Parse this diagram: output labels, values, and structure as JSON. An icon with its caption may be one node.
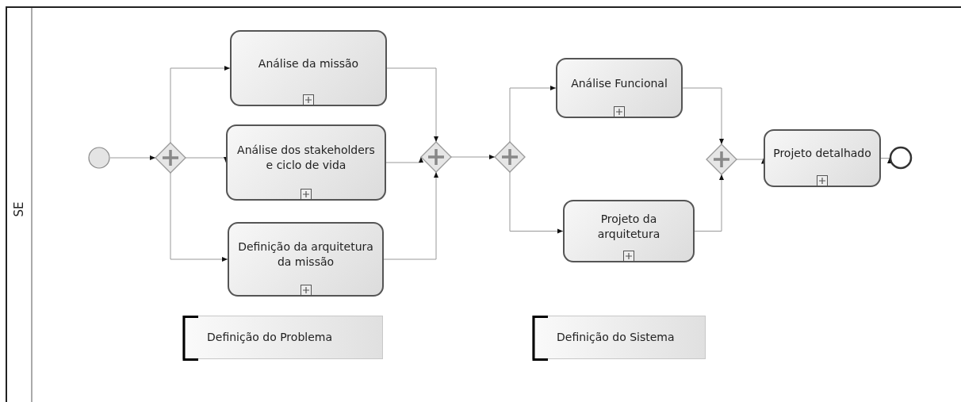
{
  "diagram": {
    "nodes": [
      {
        "text": [
          "SE"
        ]
      },
      {
        "text": [],
        "shape": "circle",
        "in": 0
      },
      {
        "text": [],
        "shape": "diamond",
        "in": 0
      },
      {
        "text": [
          "Análise da missão"
        ],
        "in": 0
      },
      {
        "text": [
          "Análise dos stakeholders e ciclo de vida"
        ],
        "in": 0
      },
      {
        "text": [
          "Definição da arquitetura da missão"
        ],
        "in": 0
      },
      {
        "text": [],
        "shape": "diamond",
        "in": 0
      },
      {
        "text": [],
        "shape": "diamond",
        "in": 0
      },
      {
        "text": [
          "Análise Funcional"
        ],
        "in": 0
      },
      {
        "text": [
          "Projeto da arquitetura"
        ],
        "in": 0
      },
      {
        "text": [],
        "shape": "diamond",
        "in": 0
      },
      {
        "text": [
          "Projeto detalhado"
        ],
        "in": 0
      },
      {
        "text": [],
        "shape": "circle",
        "in": 0
      },
      {
        "text": [
          "Definição do Problema"
        ],
        "in": 0
      },
      {
        "text": [
          "Definição do Sistema"
        ],
        "in": 0
      }
    ],
    "edges": [
      {
        "from": 1,
        "to": 2,
        "arrow": "to"
      },
      {
        "from": 2,
        "to": 3,
        "arrow": "to"
      },
      {
        "from": 2,
        "to": 4,
        "arrow": "to"
      },
      {
        "from": 2,
        "to": 5,
        "arrow": "to"
      },
      {
        "from": 3,
        "to": 6,
        "arrow": "to"
      },
      {
        "from": 4,
        "to": 6,
        "arrow": "to"
      },
      {
        "from": 5,
        "to": 6,
        "arrow": "to"
      },
      {
        "from": 6,
        "to": 7,
        "arrow": "to"
      },
      {
        "from": 7,
        "to": 8,
        "arrow": "to"
      },
      {
        "from": 7,
        "to": 9,
        "arrow": "to"
      },
      {
        "from": 8,
        "to": 10,
        "arrow": "to"
      },
      {
        "from": 9,
        "to": 10,
        "arrow": "to"
      },
      {
        "from": 10,
        "to": 11,
        "arrow": "to"
      },
      {
        "from": 11,
        "to": 12,
        "arrow": "to"
      }
    ]
  }
}
